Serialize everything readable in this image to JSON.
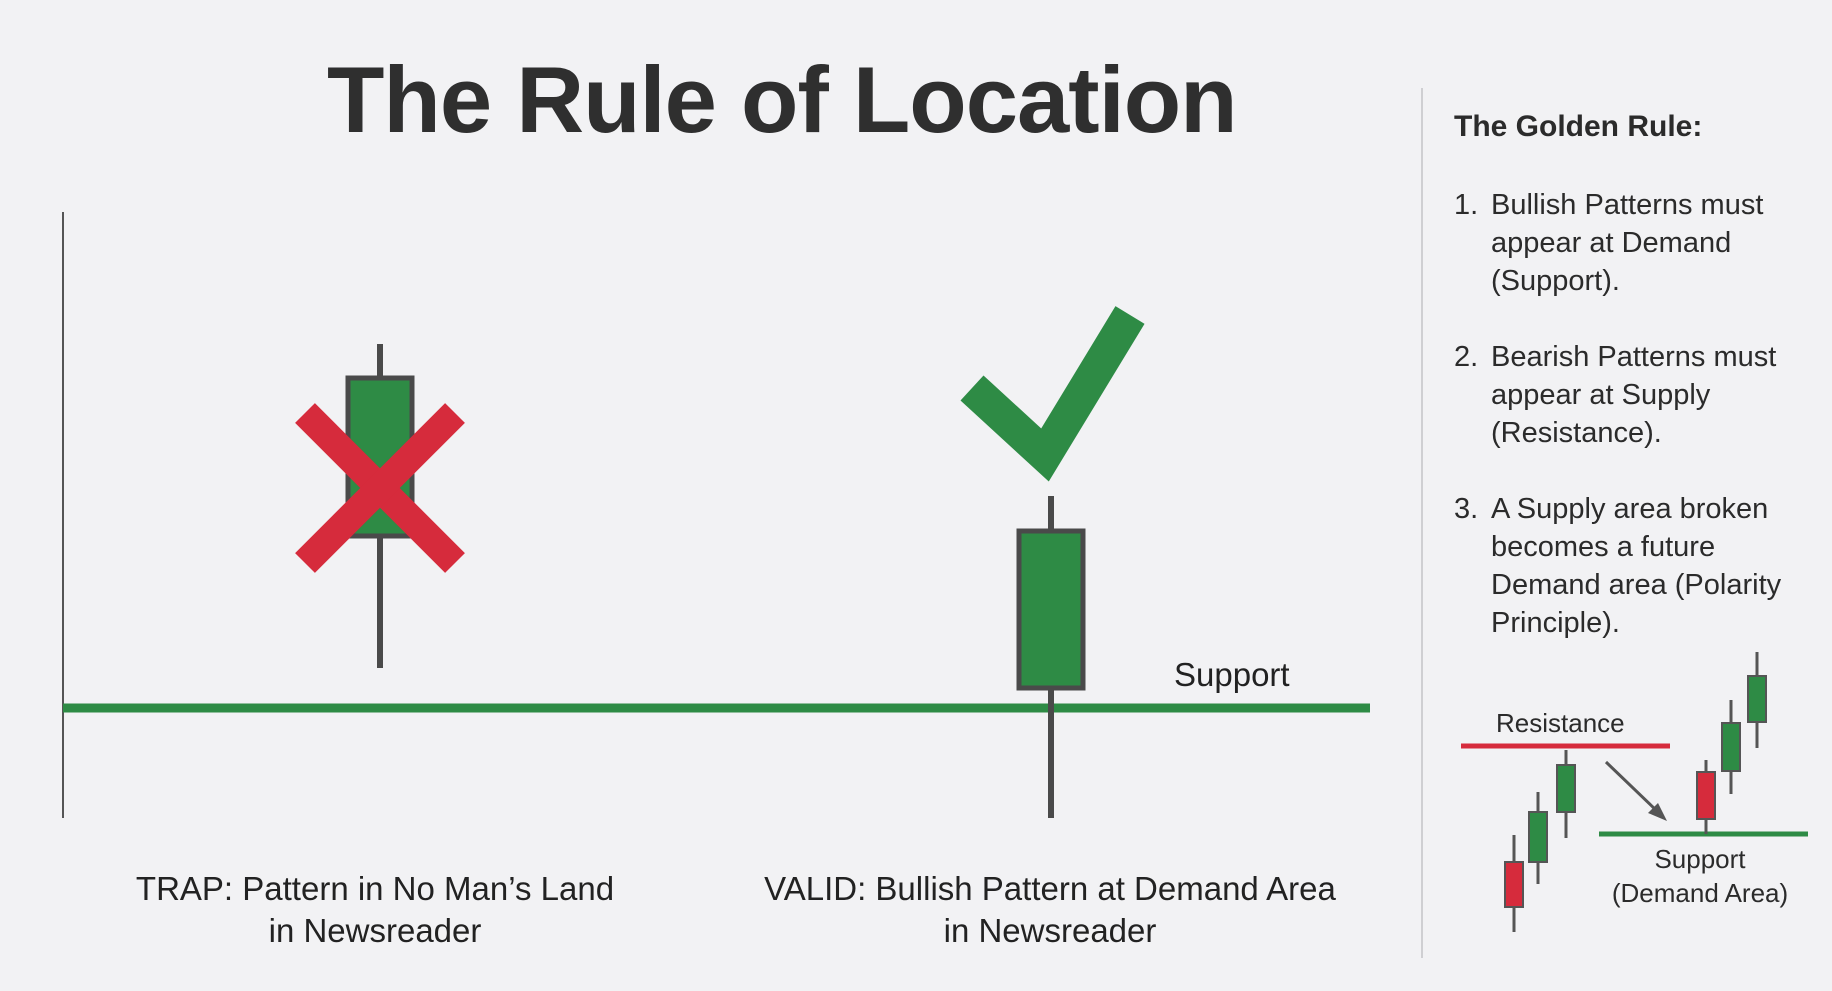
{
  "title": "The Rule of Location",
  "captions": {
    "trap_line1": "TRAP: Pattern in No Man’s Land",
    "trap_line2": "in Newsreader",
    "valid_line1": "VALID: Bullish Pattern at Demand Area",
    "valid_line2": "in Newsreader"
  },
  "support_label": "Support",
  "panel": {
    "title": "The Golden Rule:",
    "rules": [
      {
        "num": "1.",
        "text": "Bullish Patterns must appear at Demand (Support)."
      },
      {
        "num": "2.",
        "text": "Bearish Patterns must appear at Supply (Resistance)."
      },
      {
        "num": "3.",
        "text": "A Supply area broken becomes a future Demand area (Polarity Principle)."
      }
    ],
    "mini": {
      "resistance": "Resistance",
      "support_line1": "Support",
      "support_line2": "(Demand Area)"
    }
  },
  "colors": {
    "green": "#2e8b45",
    "red": "#d62b3c",
    "wick": "#4a4a4a",
    "text": "#2b2b2b"
  },
  "icons": [
    "x-mark-icon",
    "check-mark-icon"
  ]
}
